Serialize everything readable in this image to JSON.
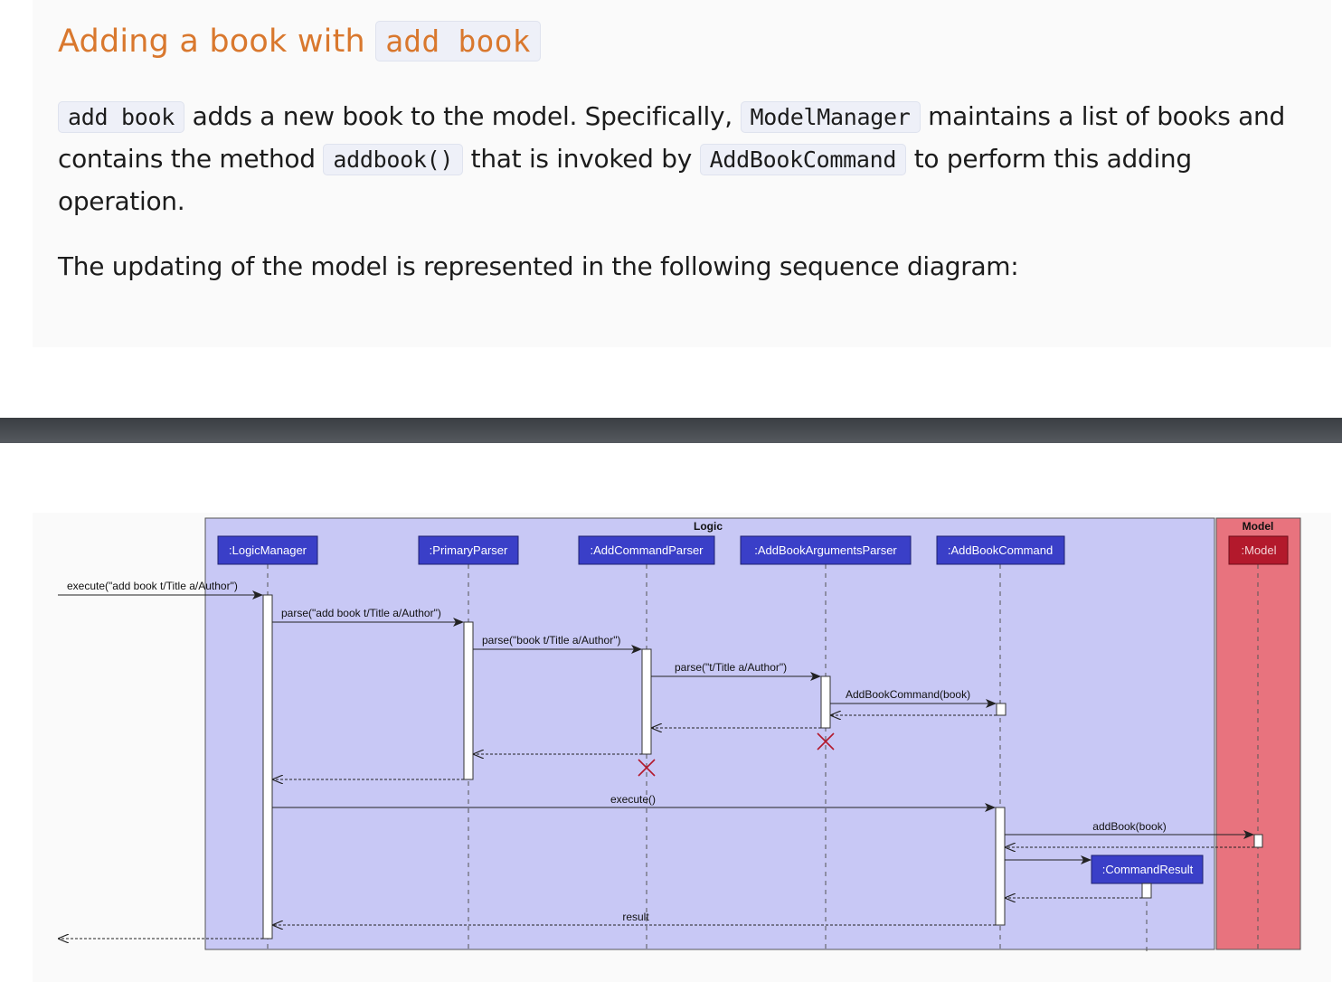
{
  "doc": {
    "heading_text": "Adding a book with ",
    "heading_code": "add  book",
    "p1": {
      "code1": "add book",
      "text1": " adds a new book to the model. Specifically, ",
      "code2": "ModelManager",
      "text2": " maintains a list of books and contains the method ",
      "code3": "addbook()",
      "text3": " that is invoked by ",
      "code4": "AddBookCommand",
      "text4": " to perform this adding operation."
    },
    "p2": "The updating of the model is represented in the following sequence diagram:"
  },
  "diagram": {
    "groups": [
      {
        "id": "logic",
        "label": "Logic",
        "color": "#c8c8f5"
      },
      {
        "id": "model",
        "label": "Model",
        "color": "#e8737e"
      }
    ],
    "participants": [
      {
        "id": "lm",
        "label": ":LogicManager",
        "color": "#3a3fc8"
      },
      {
        "id": "pp",
        "label": ":PrimaryParser",
        "color": "#3a3fc8"
      },
      {
        "id": "acp",
        "label": ":AddCommandParser",
        "color": "#3a3fc8"
      },
      {
        "id": "abap",
        "label": ":AddBookArgumentsParser",
        "color": "#3a3fc8"
      },
      {
        "id": "abc",
        "label": ":AddBookCommand",
        "color": "#3a3fc8"
      },
      {
        "id": "model",
        "label": ":Model",
        "color": "#b3192c"
      },
      {
        "id": "cr",
        "label": ":CommandResult",
        "color": "#3a3fc8"
      }
    ],
    "messages": [
      {
        "id": "m1",
        "label": "execute(\"add book t/Title a/Author\")"
      },
      {
        "id": "m2",
        "label": "parse(\"add book t/Title a/Author\")"
      },
      {
        "id": "m3",
        "label": "parse(\"book t/Title a/Author\")"
      },
      {
        "id": "m4",
        "label": "parse(\"t/Title a/Author\")"
      },
      {
        "id": "m5",
        "label": "AddBookCommand(book)"
      },
      {
        "id": "m6",
        "label": "execute()"
      },
      {
        "id": "m7",
        "label": "addBook(book)"
      },
      {
        "id": "m8",
        "label": "result"
      }
    ]
  }
}
